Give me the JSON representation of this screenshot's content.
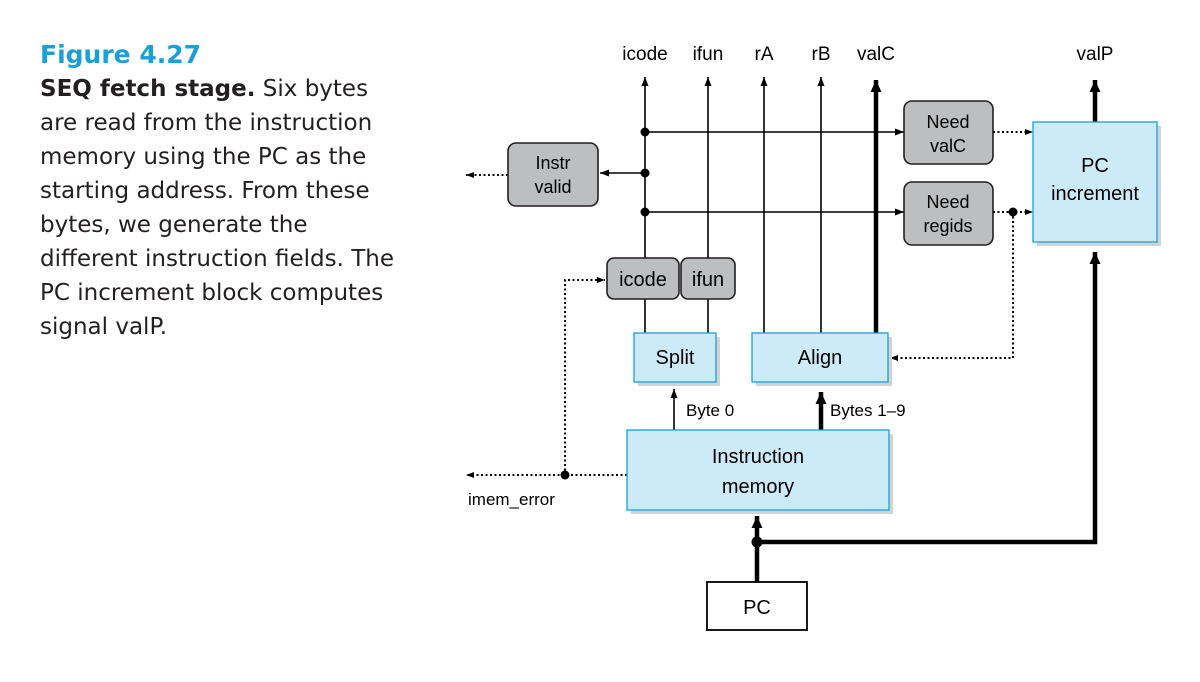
{
  "caption": {
    "figure_number": "Figure 4.27",
    "title": "SEQ fetch stage.",
    "text": "Six bytes are read from the instruction memory using the PC as the starting address. From these bytes, we generate the different instruction fields. The PC increment block computes signal valP."
  },
  "outputs": {
    "icode": "icode",
    "ifun": "ifun",
    "rA": "rA",
    "rB": "rB",
    "valC": "valC",
    "valP": "valP"
  },
  "blocks": {
    "instr_valid": [
      "Instr",
      "valid"
    ],
    "need_valc": [
      "Need",
      "valC"
    ],
    "need_regids": [
      "Need",
      "regids"
    ],
    "pc_increment": [
      "PC",
      "increment"
    ],
    "icode_reg": "icode",
    "ifun_reg": "ifun",
    "split": "Split",
    "align": "Align",
    "instruction_memory": [
      "Instruction",
      "memory"
    ],
    "pc": "PC"
  },
  "labels": {
    "byte0": "Byte 0",
    "bytes19": "Bytes 1–9",
    "imem_error": "imem_error"
  },
  "colors": {
    "caption_accent": "#1aa0d8",
    "hardware_fill": "#cdeaf8",
    "hardware_stroke": "#1aa0d8",
    "control_fill": "#bcbec0",
    "wire": "#000000"
  }
}
